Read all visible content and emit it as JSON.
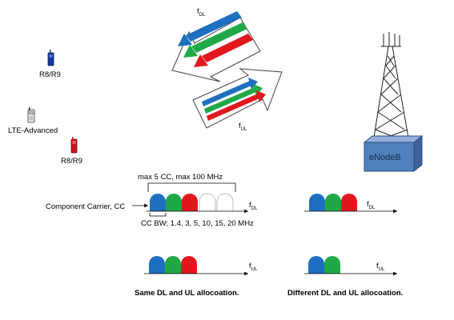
{
  "labels": {
    "f_dl_top": "f",
    "f_dl_top_sub": "DL",
    "f_ul_top": "f",
    "f_ul_top_sub": "UL",
    "r8r9_top": "R8/R9",
    "lte_advanced": "LTE-Advanced",
    "r8r9_bottom": "R8/R9",
    "enodeb": "eNodeB",
    "max_cc": "max 5 CC, max 100 MHz",
    "component_carrier": "Component Carrier, CC",
    "cc_bw": "CC BW; 1.4, 3, 5, 10, 15, 20 MHz",
    "axis_f": "f",
    "axis_dl": "DL",
    "axis_ul": "UL",
    "same_alloc": "Same DL and UL allocoation.",
    "diff_alloc": "Different DL and UL allocoation."
  },
  "colors": {
    "blue": "#1f6fc0",
    "green": "#20a848",
    "red": "#e0181e",
    "enodeb_fill": "#4f81bd",
    "tower": "#222222"
  },
  "icons": {
    "phone_top": "mobile-phone-blue-icon",
    "phone_mid": "mobile-phone-white-icon",
    "phone_bottom": "mobile-phone-red-icon",
    "tower": "cell-tower-icon"
  }
}
